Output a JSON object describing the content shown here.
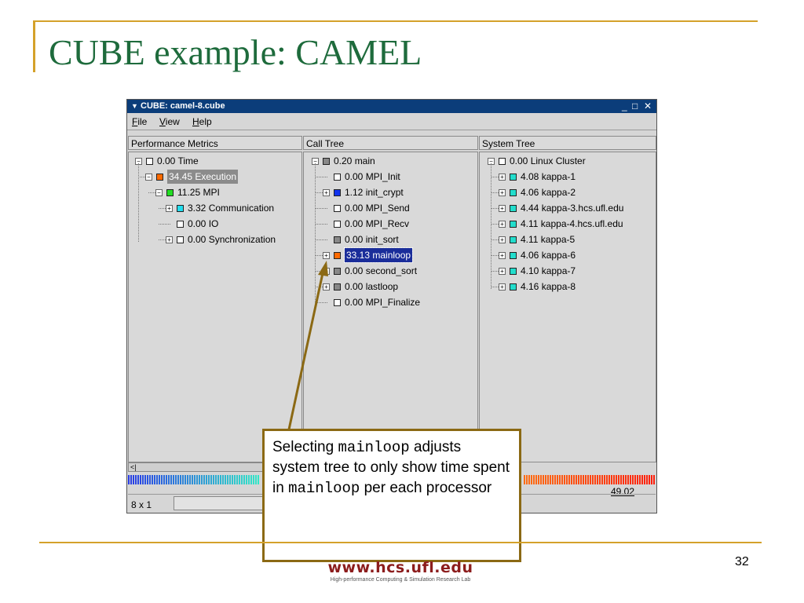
{
  "slide": {
    "title": "CUBE example: CAMEL",
    "page_number": "32",
    "logo_url": "www.hcs.ufl.edu",
    "logo_subtitle": "High-performance Computing & Simulation Research Lab"
  },
  "window": {
    "title": "CUBE: camel-8.cube",
    "controls": {
      "minimize": "_",
      "maximize": "□",
      "close": "✕"
    },
    "title_icon": "▼",
    "menu": [
      {
        "mnemonic": "F",
        "rest": "ile"
      },
      {
        "mnemonic": "V",
        "rest": "iew"
      },
      {
        "mnemonic": "H",
        "rest": "elp"
      }
    ]
  },
  "panes": {
    "metrics": {
      "header": "Performance Metrics",
      "items": [
        {
          "label": "0.00 Time",
          "color": "#ffffff",
          "depth": 0,
          "expander": "−"
        },
        {
          "label": "34.45 Execution",
          "color": "#ff6a00",
          "depth": 1,
          "expander": "−",
          "selected": true
        },
        {
          "label": "11.25 MPI",
          "color": "#22dd22",
          "depth": 2,
          "expander": "−"
        },
        {
          "label": "3.32 Communication",
          "color": "#22ddee",
          "depth": 3,
          "expander": "+"
        },
        {
          "label": "0.00 IO",
          "color": "#ffffff",
          "depth": 3,
          "expander": ""
        },
        {
          "label": "0.00 Synchronization",
          "color": "#ffffff",
          "depth": 3,
          "expander": "+"
        }
      ]
    },
    "calltree": {
      "header": "Call Tree",
      "items": [
        {
          "label": "0.20 main",
          "color": "#888888",
          "depth": 0,
          "expander": "−"
        },
        {
          "label": "0.00 MPI_Init",
          "color": "#ffffff",
          "depth": 1,
          "expander": ""
        },
        {
          "label": "1.12 init_crypt",
          "color": "#1133ee",
          "depth": 1,
          "expander": "+"
        },
        {
          "label": "0.00 MPI_Send",
          "color": "#ffffff",
          "depth": 1,
          "expander": ""
        },
        {
          "label": "0.00 MPI_Recv",
          "color": "#ffffff",
          "depth": 1,
          "expander": ""
        },
        {
          "label": "0.00 init_sort",
          "color": "#888888",
          "depth": 1,
          "expander": ""
        },
        {
          "label": "33.13 mainloop",
          "color": "#ff6a00",
          "depth": 1,
          "expander": "+",
          "selected": true
        },
        {
          "label": "0.00 second_sort",
          "color": "#888888",
          "depth": 1,
          "expander": "+"
        },
        {
          "label": "0.00 lastloop",
          "color": "#888888",
          "depth": 1,
          "expander": "+"
        },
        {
          "label": "0.00 MPI_Finalize",
          "color": "#ffffff",
          "depth": 1,
          "expander": ""
        }
      ]
    },
    "systemtree": {
      "header": "System Tree",
      "items": [
        {
          "label": "0.00 Linux Cluster",
          "color": "#ffffff",
          "depth": 0,
          "expander": "−"
        },
        {
          "label": "4.08 kappa-1",
          "color": "#22ddcc",
          "depth": 1,
          "expander": "+"
        },
        {
          "label": "4.06 kappa-2",
          "color": "#22ddcc",
          "depth": 1,
          "expander": "+"
        },
        {
          "label": "4.44 kappa-3.hcs.ufl.edu",
          "color": "#22ddcc",
          "depth": 1,
          "expander": "+"
        },
        {
          "label": "4.11 kappa-4.hcs.ufl.edu",
          "color": "#22ddcc",
          "depth": 1,
          "expander": "+"
        },
        {
          "label": "4.11 kappa-5",
          "color": "#22ddcc",
          "depth": 1,
          "expander": "+"
        },
        {
          "label": "4.06 kappa-6",
          "color": "#22ddcc",
          "depth": 1,
          "expander": "+"
        },
        {
          "label": "4.10 kappa-7",
          "color": "#22ddcc",
          "depth": 1,
          "expander": "+"
        },
        {
          "label": "4.16 kappa-8",
          "color": "#22ddcc",
          "depth": 1,
          "expander": "+"
        }
      ]
    }
  },
  "scrollbar_indicator": "<|",
  "colorbar": {
    "max_value": "49.02"
  },
  "status": {
    "grid": "8 x 1"
  },
  "callout": {
    "part1": "Selecting ",
    "code1": "mainloop",
    "part2": " adjusts system tree to only show time spent in ",
    "code2": "mainloop",
    "part3": " per each processor"
  }
}
